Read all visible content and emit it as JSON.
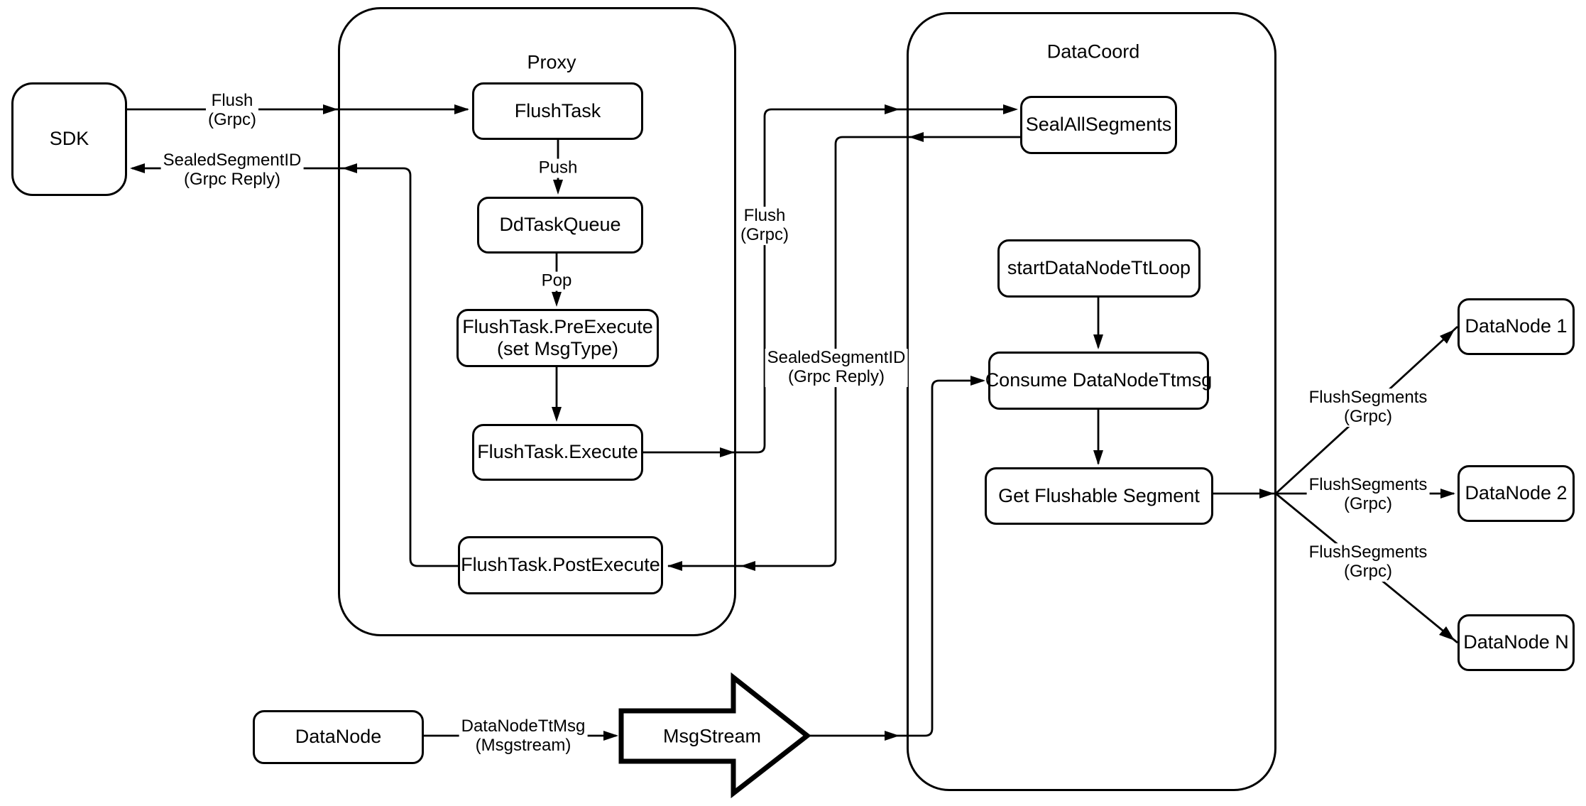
{
  "containers": {
    "proxy": {
      "label": "Proxy"
    },
    "datacoord": {
      "label": "DataCoord"
    }
  },
  "nodes": {
    "sdk": {
      "label": "SDK"
    },
    "flushtask": {
      "label": "FlushTask"
    },
    "ddtaskqueue": {
      "label": "DdTaskQueue"
    },
    "preexecute": {
      "line1": "FlushTask.PreExecute",
      "line2": "(set MsgType)"
    },
    "execute": {
      "label": "FlushTask.Execute"
    },
    "postexecute": {
      "label": "FlushTask.PostExecute"
    },
    "sealallsegments": {
      "label": "SealAllSegments"
    },
    "startdatanodettloop": {
      "label": "startDataNodeTtLoop"
    },
    "consumedatanodettmsg": {
      "label": "Consume DataNodeTtmsg"
    },
    "getflushablesegment": {
      "label": "Get Flushable Segment"
    },
    "datanode1": {
      "label": "DataNode 1"
    },
    "datanode2": {
      "label": "DataNode 2"
    },
    "datanoden": {
      "label": "DataNode N"
    },
    "datanode": {
      "label": "DataNode"
    },
    "msgstream": {
      "label": "MsgStream"
    }
  },
  "edge_labels": {
    "flush_sdk": {
      "line1": "Flush",
      "line2": "(Grpc)"
    },
    "sealed_sdk": {
      "line1": "SealedSegmentID",
      "line2": "(Grpc Reply)"
    },
    "push": {
      "line1": "Push"
    },
    "pop": {
      "line1": "Pop"
    },
    "flush_mid": {
      "line1": "Flush",
      "line2": "(Grpc)"
    },
    "sealed_mid": {
      "line1": "SealedSegmentID",
      "line2": "(Grpc Reply)"
    },
    "flushsegments_1": {
      "line1": "FlushSegments",
      "line2": "(Grpc)"
    },
    "flushsegments_2": {
      "line1": "FlushSegments",
      "line2": "(Grpc)"
    },
    "flushsegments_3": {
      "line1": "FlushSegments",
      "line2": "(Grpc)"
    },
    "datanodettmsg": {
      "line1": "DataNodeTtMsg",
      "line2": "(Msgstream)"
    }
  },
  "colors": {
    "stroke": "#000000",
    "background": "#ffffff"
  }
}
